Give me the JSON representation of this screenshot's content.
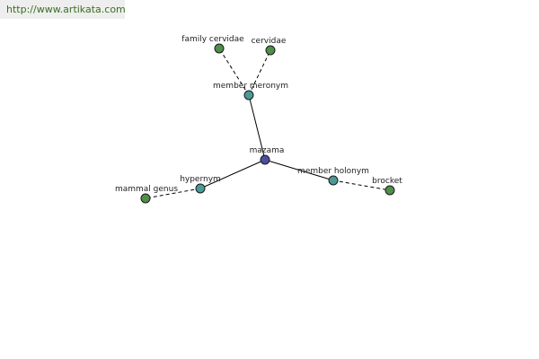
{
  "watermark": {
    "text": "http://www.artikata.com"
  },
  "colors": {
    "center": "#4b4fa0",
    "relation": "#4a9a96",
    "leaf": "#4f8f4a",
    "watermark_text": "#3b6e22",
    "watermark_bg": "#eeeeee"
  },
  "graph": {
    "nodes": [
      {
        "id": "mazama",
        "label": "mazama",
        "kind": "center"
      },
      {
        "id": "member-meronym",
        "label": "member meronym",
        "kind": "relation"
      },
      {
        "id": "member-holonym",
        "label": "member holonym",
        "kind": "relation"
      },
      {
        "id": "hypernym",
        "label": "hypernym",
        "kind": "relation"
      },
      {
        "id": "family-cervidae",
        "label": "family cervidae",
        "kind": "leaf"
      },
      {
        "id": "cervidae",
        "label": "cervidae",
        "kind": "leaf"
      },
      {
        "id": "brocket",
        "label": "brocket",
        "kind": "leaf"
      },
      {
        "id": "mammal-genus",
        "label": "mammal genus",
        "kind": "leaf"
      }
    ],
    "edges": [
      {
        "from": "mazama",
        "to": "member-meronym",
        "style": "solid"
      },
      {
        "from": "mazama",
        "to": "member-holonym",
        "style": "solid"
      },
      {
        "from": "mazama",
        "to": "hypernym",
        "style": "solid"
      },
      {
        "from": "member-meronym",
        "to": "family-cervidae",
        "style": "dashed"
      },
      {
        "from": "member-meronym",
        "to": "cervidae",
        "style": "dashed"
      },
      {
        "from": "member-holonym",
        "to": "brocket",
        "style": "dashed"
      },
      {
        "from": "hypernym",
        "to": "mammal-genus",
        "style": "dashed"
      }
    ]
  }
}
